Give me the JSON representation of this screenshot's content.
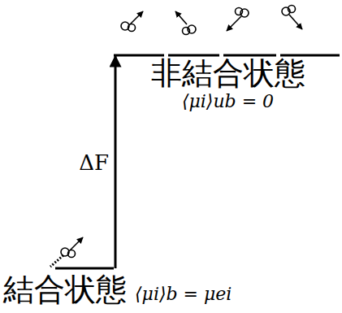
{
  "diagram": {
    "nodes": [
      {
        "text": [
          "非結合状態",
          "⟨μi⟩ub = 0"
        ]
      },
      {
        "text": [
          "結合状態",
          "⟨μi⟩b = μei"
        ]
      }
    ],
    "edges": [
      {
        "from": 1,
        "to": 0,
        "arrow": "to",
        "label": "ΔF"
      }
    ]
  }
}
